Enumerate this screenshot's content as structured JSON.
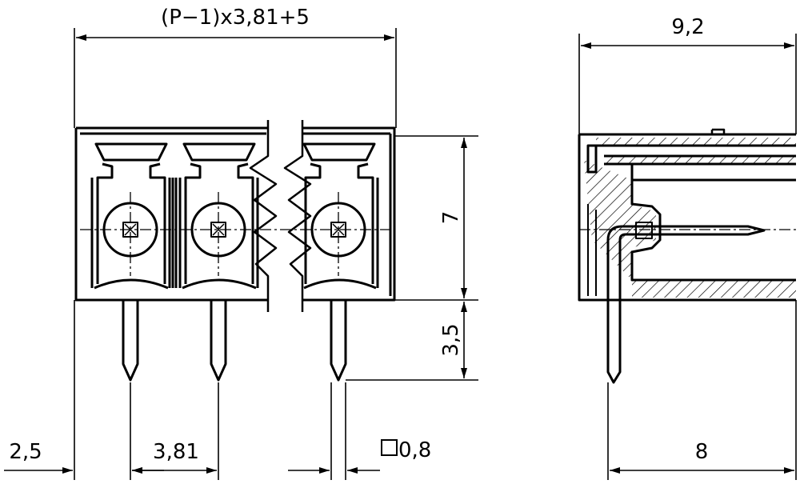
{
  "dimensions": {
    "total_width": "(P−1)x3,81+5",
    "side_width": "9,2",
    "height_body": "7",
    "pin_length": "3,5",
    "edge_offset": "2,5",
    "pitch": "3,81",
    "pin_size": "0,8",
    "pin_span": "8"
  },
  "colors": {
    "line": "#000000",
    "background": "#ffffff"
  }
}
